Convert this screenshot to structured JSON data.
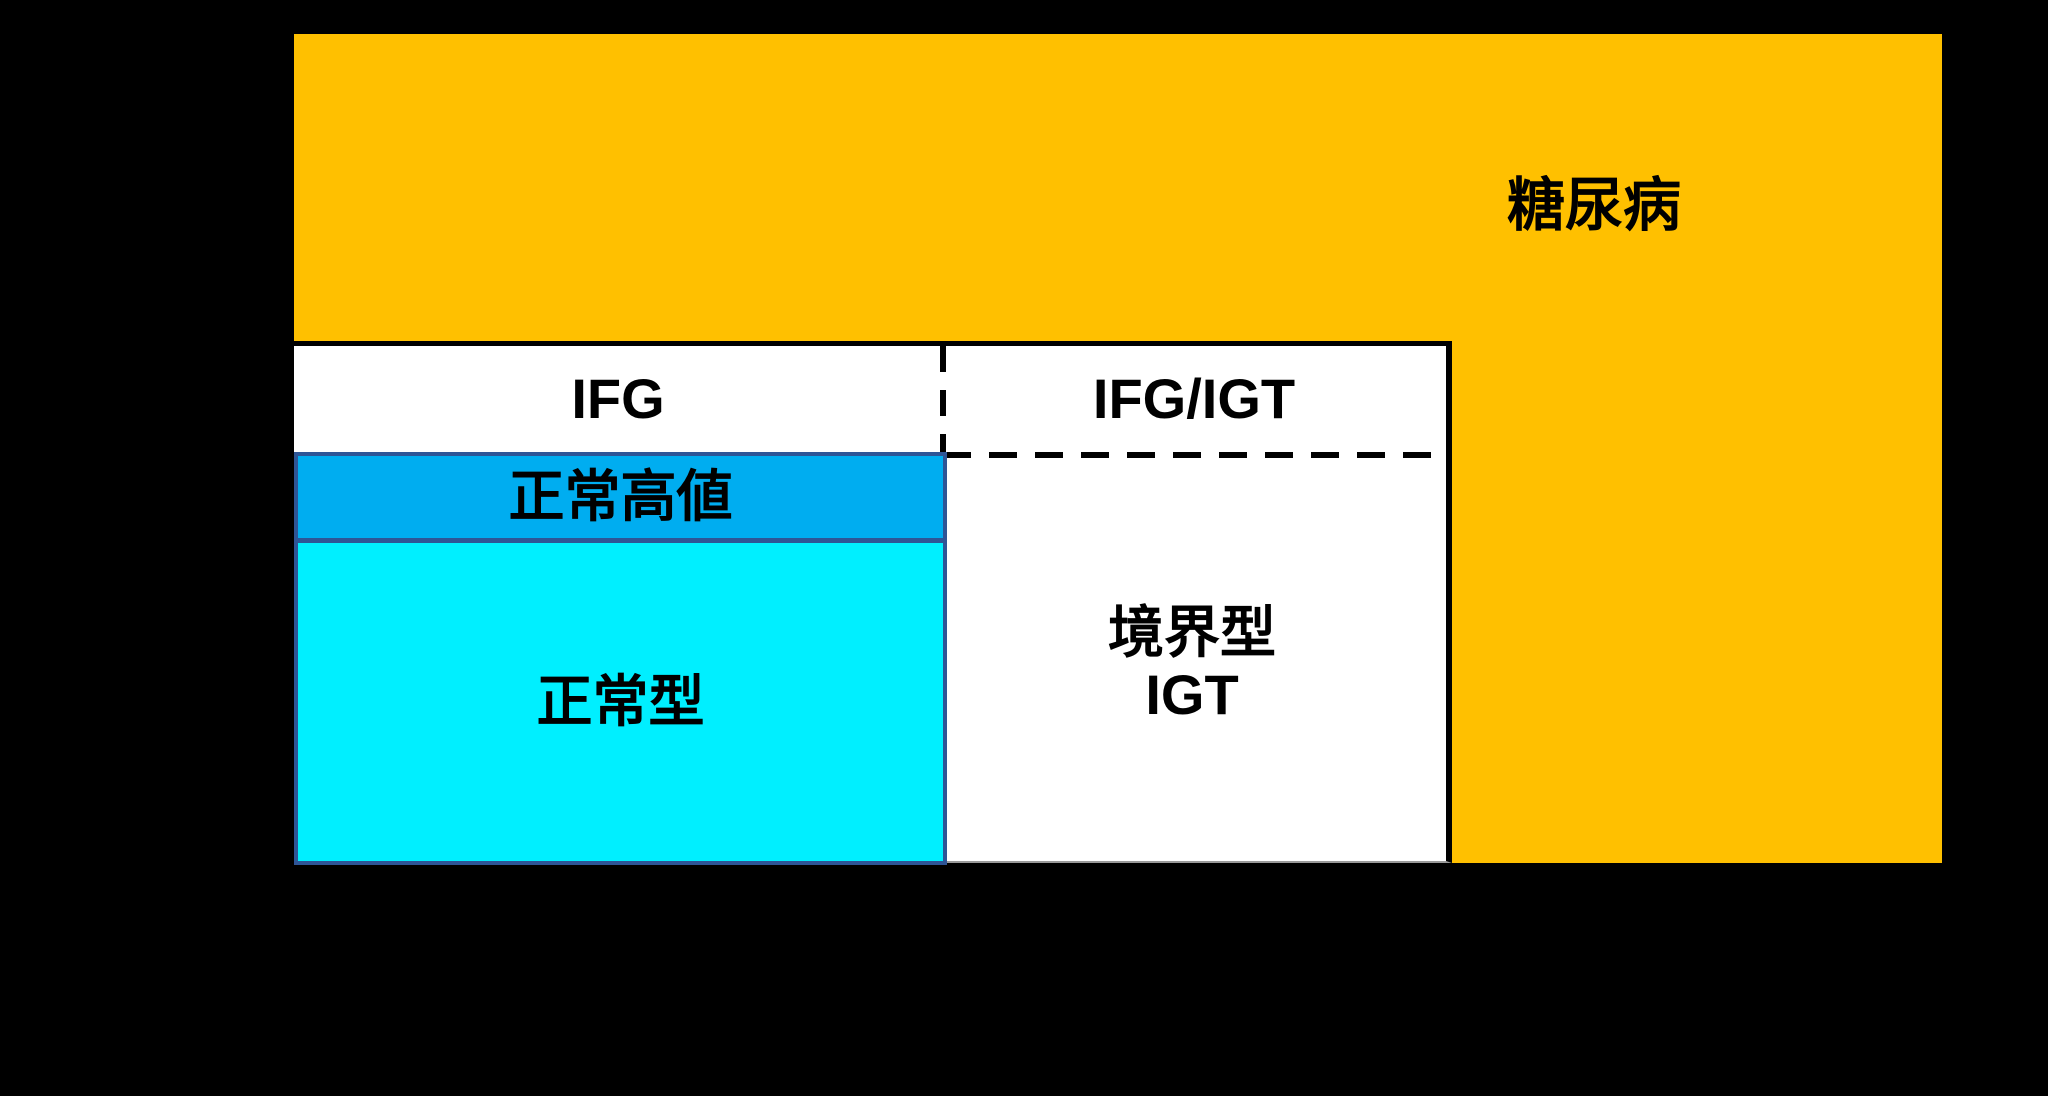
{
  "canvas": {
    "background": "#000000"
  },
  "colors": {
    "diabetes_fill": "#FFC000",
    "normal_high_fill": "#00ADF0",
    "normal_fill": "#00EFFF",
    "outline_navy": "#2E5596",
    "white_region_fill": "#FFFFFF",
    "line_black": "#000000",
    "text": "#000000"
  },
  "regions": {
    "diabetes": {
      "label": "糖尿病"
    },
    "ifg": {
      "label": "IFG"
    },
    "ifg_igt": {
      "label": "IFG/IGT"
    },
    "normal_high": {
      "label": "正常高値"
    },
    "normal": {
      "label": "正常型"
    },
    "borderline": {
      "line1": "境界型",
      "line2": "IGT"
    }
  }
}
